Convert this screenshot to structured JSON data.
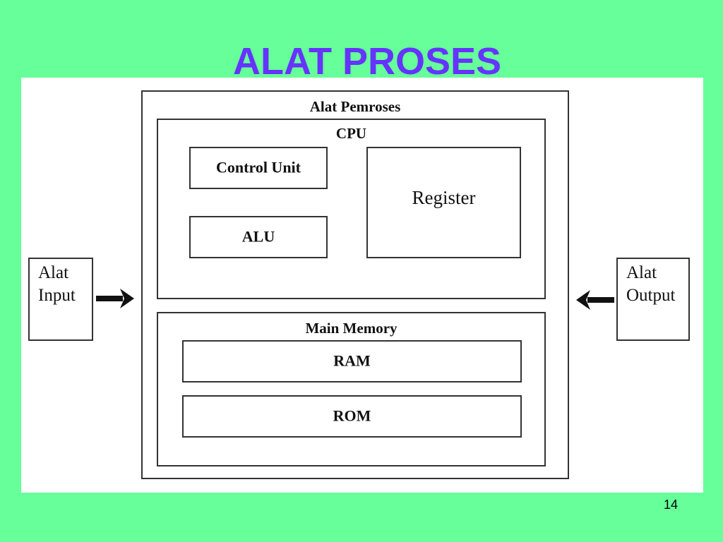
{
  "slide": {
    "title": "ALAT PROSES",
    "page_number": "14"
  },
  "colors": {
    "background": "#66FF99",
    "title": "#6633FF",
    "canvas": "#FFFFFF",
    "border": "#333333"
  },
  "diagram": {
    "processor": {
      "label": "Alat Pemroses",
      "cpu": {
        "label": "CPU",
        "control_unit": "Control Unit",
        "alu": "ALU",
        "register": "Register"
      },
      "main_memory": {
        "label": "Main Memory",
        "ram": "RAM",
        "rom": "ROM"
      }
    },
    "input_device": {
      "line1": "Alat",
      "line2": "Input"
    },
    "output_device": {
      "line1": "Alat",
      "line2": "Output"
    }
  }
}
